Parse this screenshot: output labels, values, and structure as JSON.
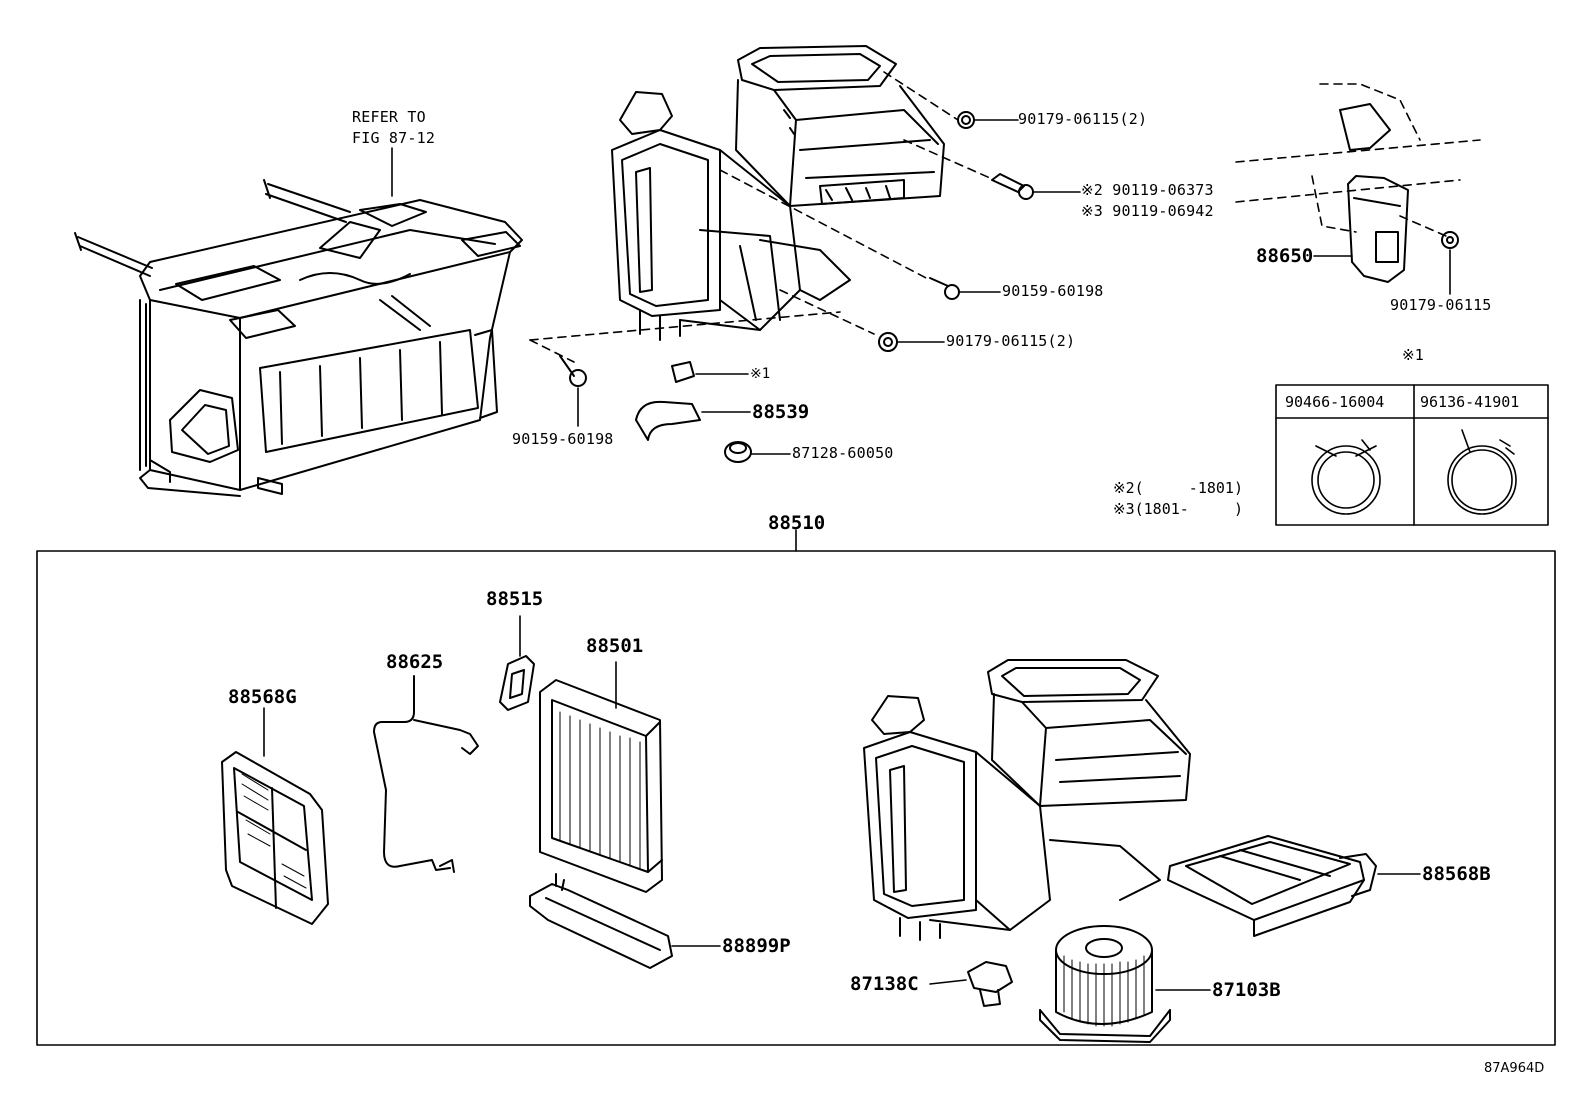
{
  "diagram_id": "87A964D",
  "refer": {
    "line1": "REFER TO",
    "line2": "FIG 87-12"
  },
  "assembly_label": "88510",
  "labels": {
    "p90179_06115_2a": "90179-06115(2)",
    "p90119_06373": "※2 90119-06373",
    "p90119_06942": "※3 90119-06942",
    "p90159_60198_a": "90159-60198",
    "p90179_06115_2b": "90179-06115(2)",
    "p90159_60198_b": "90159-60198",
    "note1_marker": "※1",
    "p88539": "88539",
    "p87128_60050": "87128-60050",
    "p88650": "88650",
    "p90179_06115": "90179-06115",
    "p88515": "88515",
    "p88501": "88501",
    "p88625": "88625",
    "p88568G": "88568G",
    "p88899P": "88899P",
    "p88568B": "88568B",
    "p87138C": "87138C",
    "p87103B": "87103B"
  },
  "notes": {
    "note2": "※2(     -1801)",
    "note3": "※3(1801-     )"
  },
  "clamp_table": {
    "title": "※1",
    "col1": "90466-16004",
    "col2": "96136-41901"
  }
}
